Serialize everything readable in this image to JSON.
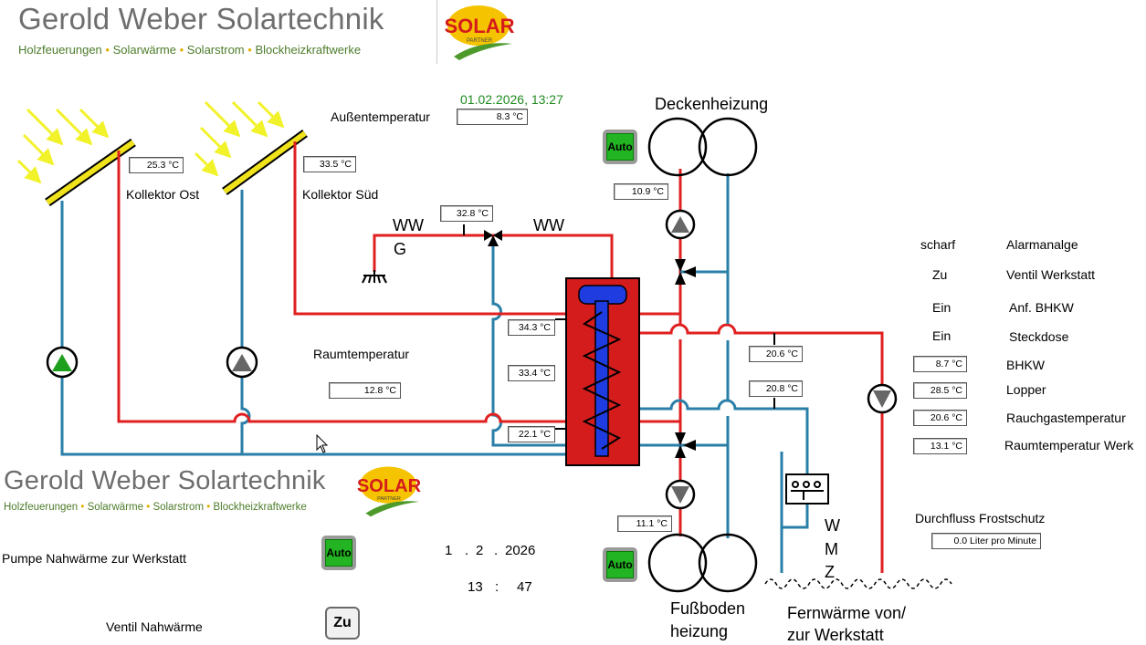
{
  "header": {
    "brand_title": "Gerold Weber Solartechnik",
    "brand_items": [
      "Holzfeuerungen",
      "Solarwärme",
      "Solarstrom",
      "Blockheizkraftwerke"
    ],
    "logo_text": "SOLAR",
    "logo_sub": "PARTNER"
  },
  "footer_brand": {
    "brand_title": "Gerold Weber Solartechnik",
    "brand_items": [
      "Holzfeuerungen",
      "Solarwärme",
      "Solarstrom",
      "Blockheizkraftwerke"
    ],
    "logo_text": "SOLAR",
    "logo_sub": "PARTNER"
  },
  "datetime": "01.02.2026,  13:27",
  "outdoor": {
    "label": "Außentemperatur",
    "value": "8.3 °C"
  },
  "collectors": {
    "east": {
      "label": "Kollektor Ost",
      "value": "25.3 °C"
    },
    "south": {
      "label": "Kollektor Süd",
      "value": "33.5 °C"
    }
  },
  "room": {
    "label": "Raumtemperatur",
    "value": "12.8 °C"
  },
  "ww": {
    "left": "WW",
    "left2": "G",
    "right": "WW",
    "value": "32.8 °C"
  },
  "storage": {
    "t1": "34.3 °C",
    "t2": "33.4 °C",
    "t3": "22.1 °C"
  },
  "ceiling": {
    "label": "Deckenheizung",
    "value": "10.9 °C",
    "auto": "Auto"
  },
  "floor": {
    "label1": "Fußboden",
    "label2": "heizung",
    "value": "11.1 °C",
    "auto": "Auto"
  },
  "return_line": {
    "v1": "20.6 °C",
    "v2": "20.8 °C"
  },
  "district": {
    "label1": "Fernwärme von/",
    "label2": "zur Werkstatt",
    "wmz1": "W",
    "wmz2": "M",
    "wmz3": "Z"
  },
  "status": [
    {
      "state": "scharf",
      "label": "Alarmanalge"
    },
    {
      "state": "Zu",
      "label": "Ventil Werkstatt"
    },
    {
      "state": "Ein",
      "label": "Anf. BHKW"
    },
    {
      "state": "Ein",
      "label": "Steckdose"
    }
  ],
  "readings": [
    {
      "value": "8.7 °C",
      "label": "BHKW"
    },
    {
      "value": "28.5 °C",
      "label": "Lopper"
    },
    {
      "value": "20.6 °C",
      "label": "Rauchgastemperatur"
    },
    {
      "value": "13.1 °C",
      "label": "Raumtemperatur Werk"
    }
  ],
  "flow": {
    "label": "Durchfluss Frostschutz",
    "value": "0.0 Liter pro Minute"
  },
  "controls": {
    "pump_label": "Pumpe  Nahwärme zur Werkstatt",
    "pump_button": "Auto",
    "valve_label": "Ventil Nahwärme",
    "valve_button": "Zu",
    "date_day": "1",
    "date_month": "2",
    "date_year": "2026",
    "time_hour": "13",
    "time_min": "47",
    "sep_dot": ".",
    "sep_colon": ":"
  },
  "colors": {
    "hot": "#e02020",
    "cold": "#2a7fa8",
    "tank": "#d41c1c",
    "coil": "#1e3ce0",
    "panel": "#f0e31c",
    "sun": "#f2f22a",
    "auto_green": "#22b422"
  }
}
